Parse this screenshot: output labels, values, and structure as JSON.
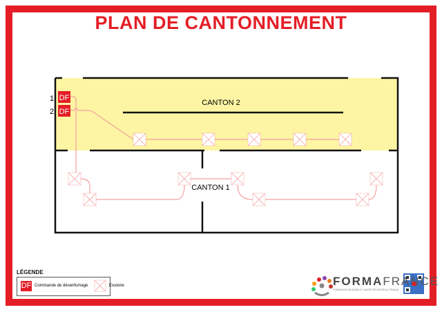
{
  "title": "PLAN DE CANTONNEMENT",
  "zones": {
    "canton2": "CANTON 2",
    "canton1": "CANTON 1"
  },
  "df_controls": [
    {
      "number": "1",
      "label": "DF"
    },
    {
      "number": "2",
      "label": "DF"
    }
  ],
  "legend": {
    "title": "LÉGENDE",
    "items": [
      {
        "symbol": "DF",
        "label": "Commande de désenfumage"
      },
      {
        "label": "Exutoire"
      }
    ]
  },
  "brand": {
    "name_bold": "FORMA",
    "name_light": "FRANCE",
    "tagline": "FORMATION INCENDIE ET SANTÉ SÉCURITÉ AU TRAVAIL"
  },
  "colors": {
    "accent": "#e41e26",
    "zone": "#fdf5a3",
    "line": "#f4a0a0"
  }
}
